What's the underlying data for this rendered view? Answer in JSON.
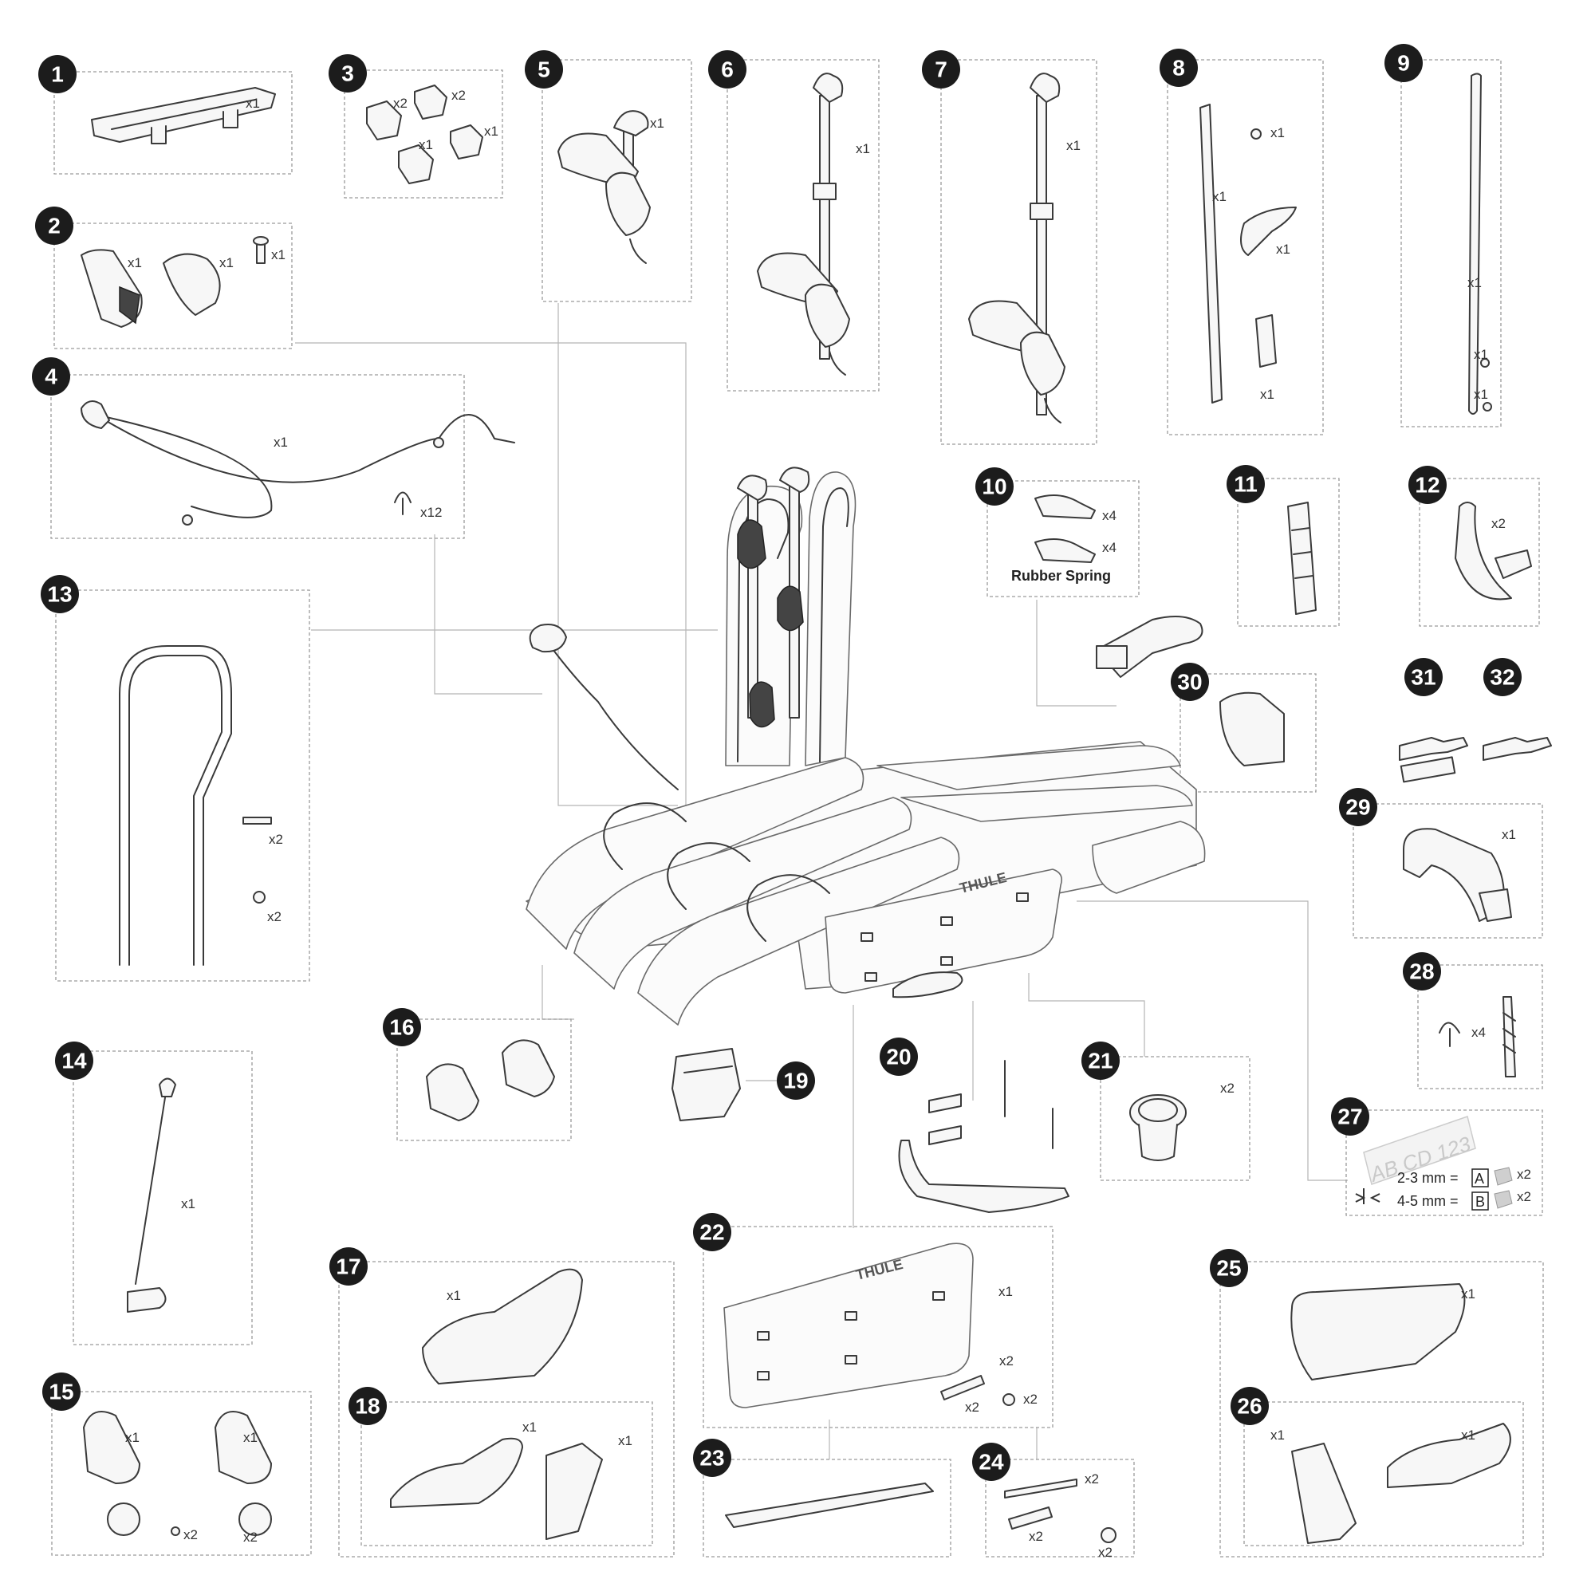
{
  "parts": [
    {
      "id": "1",
      "label": "1"
    },
    {
      "id": "2",
      "label": "2"
    },
    {
      "id": "3",
      "label": "3"
    },
    {
      "id": "4",
      "label": "4"
    },
    {
      "id": "5",
      "label": "5"
    },
    {
      "id": "6",
      "label": "6"
    },
    {
      "id": "7",
      "label": "7"
    },
    {
      "id": "8",
      "label": "8"
    },
    {
      "id": "9",
      "label": "9"
    },
    {
      "id": "10",
      "label": "10"
    },
    {
      "id": "11",
      "label": "11"
    },
    {
      "id": "12",
      "label": "12"
    },
    {
      "id": "13",
      "label": "13"
    },
    {
      "id": "14",
      "label": "14"
    },
    {
      "id": "15",
      "label": "15"
    },
    {
      "id": "16",
      "label": "16"
    },
    {
      "id": "17",
      "label": "17"
    },
    {
      "id": "18",
      "label": "18"
    },
    {
      "id": "19",
      "label": "19"
    },
    {
      "id": "20",
      "label": "20"
    },
    {
      "id": "21",
      "label": "21"
    },
    {
      "id": "22",
      "label": "22"
    },
    {
      "id": "23",
      "label": "23"
    },
    {
      "id": "24",
      "label": "24"
    },
    {
      "id": "25",
      "label": "25"
    },
    {
      "id": "26",
      "label": "26"
    },
    {
      "id": "27",
      "label": "27"
    },
    {
      "id": "28",
      "label": "28"
    },
    {
      "id": "29",
      "label": "29"
    },
    {
      "id": "30",
      "label": "30"
    },
    {
      "id": "31",
      "label": "31"
    },
    {
      "id": "32",
      "label": "32"
    }
  ],
  "quantities": {
    "x1": "x1",
    "x2": "x2",
    "x4": "x4",
    "x12": "x12"
  },
  "labels": {
    "rubber_spring": "Rubber Spring",
    "plate_text": "AB CD  123",
    "thickness_a": "2-3 mm =",
    "thickness_b": "4-5 mm =",
    "key_a": "A",
    "key_b": "B",
    "brand": "THULE"
  }
}
